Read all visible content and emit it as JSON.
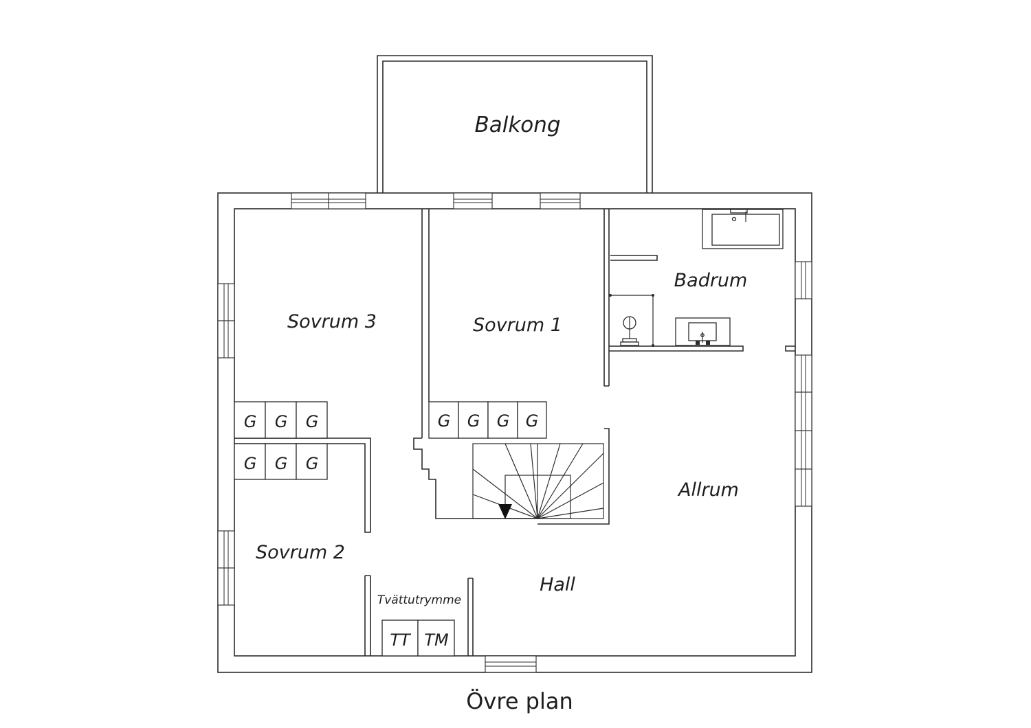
{
  "plan_title": "Övre plan",
  "rooms": {
    "balcony": "Balkong",
    "bedroom_3": "Sovrum 3",
    "bedroom_1": "Sovrum 1",
    "bedroom_2": "Sovrum 2",
    "bathroom": "Badrum",
    "family_room": "Allrum",
    "hall": "Hall",
    "laundry": "Tvättutrymme"
  },
  "wardrobe_label": "G",
  "appliances": {
    "washer": "TT",
    "dryer": "TM"
  }
}
